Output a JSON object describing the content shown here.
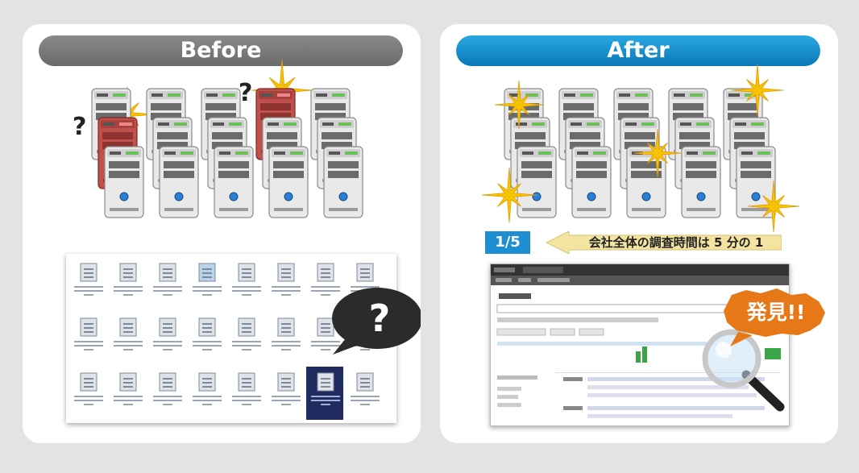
{
  "before": {
    "title": "Before",
    "question_marks": [
      "?",
      "?"
    ],
    "bubble_mark": "?"
  },
  "after": {
    "title": "After",
    "ratio": "1/5",
    "message": "会社全体の調査時間は 5 分の 1",
    "found_label": "発見!!"
  },
  "colors": {
    "before_pill": "#777777",
    "after_pill": "#1a8fcf",
    "warning_server": "#c0504d",
    "sparkle": "#f5c400",
    "ratio_box": "#1d8fd0",
    "arrow": "#f3e4a2",
    "found_burst": "#e67817"
  },
  "icons": [
    "server-icon",
    "sparkle-icon",
    "question-icon",
    "speech-bubble-icon",
    "magnifier-icon",
    "document-icon"
  ]
}
